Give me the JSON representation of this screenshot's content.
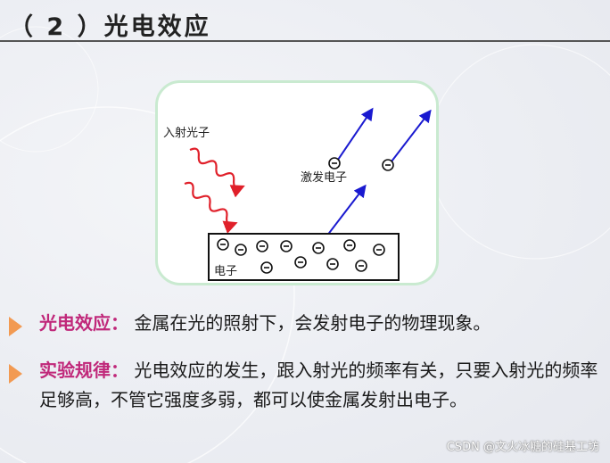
{
  "slide": {
    "title": "（ 2 ）光电效应"
  },
  "diagram": {
    "incident_label": "入射光子",
    "excited_label": "激发电子",
    "metal_label": "电子",
    "electron_symbol": "⊖"
  },
  "points": [
    {
      "term": "光电效应：",
      "text": "金属在光的照射下，会发射电子的物理现象。"
    },
    {
      "term": "实验规律：",
      "text": "光电效应的发生，跟入射光的频率有关，只要入射光的频率足够高，不管它强度多弱，都可以使金属发射出电子。"
    }
  ],
  "watermark": "CSDN @文火冰糖的硅基工坊",
  "colors": {
    "term": "#c0287a",
    "bullet": "#f29a52",
    "photon_wave": "#e0202a",
    "electron_arrow": "#1a1ad0",
    "diagram_border": "#c9ead0"
  }
}
